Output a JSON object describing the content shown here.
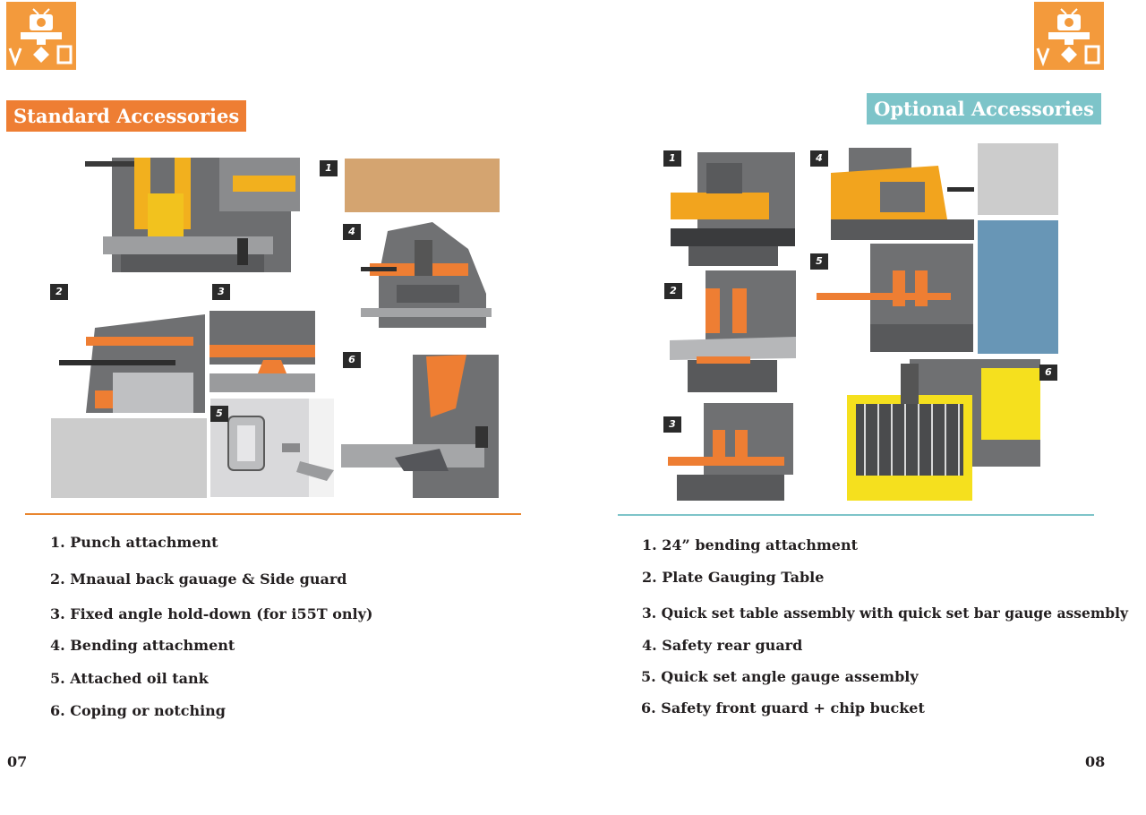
{
  "brand": {
    "accent_orange": "#ee7e33",
    "accent_teal": "#7dc4c9",
    "logo_color": "#f39a3c"
  },
  "left_page": {
    "heading": "Standard  Accessories",
    "badges": [
      "1",
      "2",
      "3",
      "4",
      "5",
      "6"
    ],
    "items": [
      "1. Punch attachment",
      "2. Mnaual back gauage & Side guard",
      "3. Fixed angle hold-down (for i55T only)",
      "4. Bending attachment",
      "5. Attached oil tank",
      "6. Coping or notching"
    ],
    "page_number": "07"
  },
  "right_page": {
    "heading": "Optional Accessories",
    "badges": [
      "1",
      "2",
      "3",
      "4",
      "5",
      "6"
    ],
    "items": [
      "1. 24” bending attachment",
      "2. Plate Gauging Table",
      "3. Quick set table assembly with quick set bar gauge assembly",
      "4. Safety rear guard",
      "5. Quick set angle gauge assembly",
      "6. Safety front guard + chip bucket"
    ],
    "page_number": "08"
  }
}
